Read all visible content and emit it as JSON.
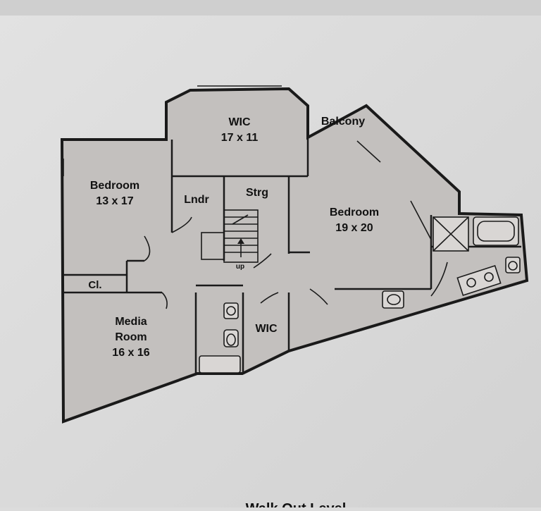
{
  "plan": {
    "rooms": {
      "wic_top": {
        "name": "WIC",
        "size": "17 x 11"
      },
      "balcony": {
        "name": "Balcony"
      },
      "bedroom_left": {
        "name": "Bedroom",
        "size": "13 x 17"
      },
      "laundry": {
        "name": "Lndr"
      },
      "storage": {
        "name": "Strg"
      },
      "bedroom_right": {
        "name": "Bedroom",
        "size": "19 x 20"
      },
      "closet": {
        "name": "Cl."
      },
      "media": {
        "name": "Media",
        "name2": "Room",
        "size": "16 x 16"
      },
      "wic_bottom": {
        "name": "WIC"
      }
    },
    "stair_label": "up",
    "caption": "Walk Out Level"
  },
  "colors": {
    "floor": "#c3c0be",
    "paper": "#dcdcdc",
    "wall": "#1a1a1a"
  }
}
